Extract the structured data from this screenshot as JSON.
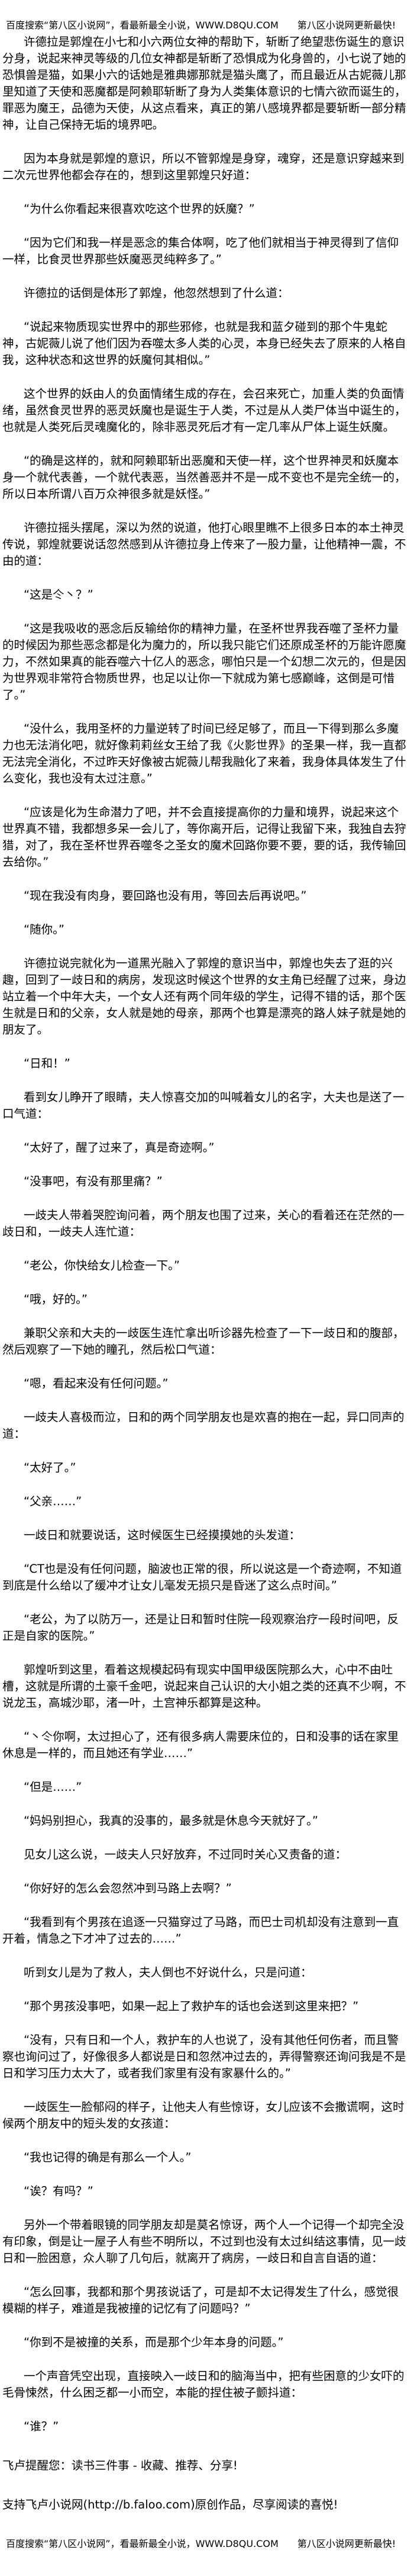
{
  "banner": "百度搜索“第八区小说网”，看最新最全小说，WWW.D8QU.COM　　第八区小说网更新最快!",
  "paragraphs": [
    "许德拉是郭煌在小七和小六两位女神的帮助下，斩断了绝望悲伤诞生的意识分身，说起来神灵等级的几位女神都是斩断了恐惧成为化身兽的，小七说了她的恐惧兽是猫，如果小六的话她是雅典娜那就是猫头鹰了，而且最近从古妮薇儿那里知道了天使和恶魔都是阿赖耶斩断了身为人类集体意识的七情六欲而诞生的，罪恶为魔王，品德为天使，从这点看来，真正的第八感境界都是要斩断一部分精神，让自己保持无垢的境界吧。",
    "因为本身就是郭煌的意识，所以不管郭煌是身穿，魂穿，还是意识穿越来到二次元世界他都会存在的，想到这里郭煌只好道：",
    "“为什么你看起来很喜欢吃这个世界的妖魔？”",
    "“因为它们和我一样是恶念的集合体啊，吃了他们就相当于神灵得到了信仰一样，比食灵世界那些妖魔恶灵纯粹多了。”",
    "许德拉的话倒是体形了郭煌，他忽然想到了什么道：",
    "“说起来物质现实世界中的那些邪修，也就是我和蓝夕碰到的那个牛鬼蛇神，古妮薇儿说了他们因为吞噬太多人类的心灵，本身已经失去了原来的人格自我，这种状态和这世界的妖魔何其相似。”",
    "这个世界的妖由人的负面情绪生成的存在，会召来死亡，加重人类的负面情绪，虽然食灵世界的恶灵妖魔也是诞生于人类，不过是从人类尸体当中诞生的，也就是人类死后灵魂魔化的，除非恶灵死后才有一定几率从尸体上诞生妖魔。",
    "“的确是这样的，就和阿赖耶斩出恶魔和天使一样，这个世界神灵和妖魔本身一个就代表善，一个就代表恶，当然善恶并不是一成不变也不是完全统一的，所以日本所谓八百万众神很多就是妖怪。”",
    "许德拉摇头摆尾，深以为然的说道，他打心眼里瞧不上很多日本的本土神灵传说，郭煌就要说话忽然感到从许德拉身上传来了一股力量，让他精神一震，不由的道：",
    "“这是仒丶？”",
    "“这是我吸收的恶念后反输给你的精神力量，在圣杯世界我吞噬了圣杯力量的时候因为那些恶念都是化为魔力的，所以我只能它们还原成圣杯的万能许愿魔力，不然如果真的能吞噬六十亿人的恶念，哪怕只是一个幻想二次元的，但是因为世界观非常符合物质世界，也足以让你一下就成为第七感巅峰，这倒是可惜了。”",
    "“没什么，我用圣杯的力量逆转了时间已经足够了，而且一下得到那么多魔力也无法消化吧，就好像莉莉丝女王给了我《火影世界》的圣果一样，我一直都无法完全消化，不过昨天好像被古妮薇儿帮我融化了来着，我身体具体发生了什么变化，我也没有太过注意。”",
    "“应该是化为生命潜力了吧，并不会直接提高你的力量和境界，说起来这个世界真不错，我都想多呆一会儿了，等你离开后，记得让我留下来，我独自去狩猎，对了，我在圣杯世界吞噬冬之圣女的魔术回路你要不要，要的话，我传输回去给你。”",
    "“现在我没有肉身，要回路也没有用，等回去后再说吧。”",
    "“随你。”",
    "许德拉说完就化为一道黑光融入了郭煌的意识当中，郭煌也失去了逛的兴趣，回到了一歧日和的病房，发现这时候这个世界的女主角已经醒了过来，身边站立着一个中年大夫，一个女人还有两个同年级的学生，记得不错的话，那个医生就是日和的父亲，女人就是她的母亲，那两个也算是漂亮的路人妹子就是她的朋友了。",
    "“日和！”",
    "看到女儿睁开了眼睛，夫人惊喜交加的叫喊着女儿的名字，大夫也是送了一口气道：",
    "“太好了，醒了过来了，真是奇迹啊。”",
    "“没事吧，有没有那里痛？”",
    "一歧夫人带着哭腔询问着，两个朋友也围了过来，关心的看着还在茫然的一歧日和，一歧夫人连忙道：",
    "“老公，你快给女儿检查一下。”",
    "“哦，好的。”",
    "兼职父亲和大夫的一歧医生连忙拿出听诊器先检查了一下一歧日和的腹部，然后观察了一下她的瞳孔，然后松口气道：",
    "“嗯，看起来没有任何问题。”",
    "一歧夫人喜极而泣，日和的两个同学朋友也是欢喜的抱在一起，异口同声的道：",
    "“太好了。”",
    "“父亲……”",
    "一歧日和就要说话，这时候医生已经摸摸她的头发道：",
    "“CT也是没有任何问题，脑波也正常的很，所以说这是一个奇迹啊，不知道到底是什么给以了缓冲才让女儿毫发无损只是昏迷了这么点时间。”",
    "“老公，为了以防万一，还是让日和暂时住院一段观察治疗一段时间吧，反正是自家的医院。”",
    "郭煌听到这里，看着这规模起码有现实中国甲级医院那么大，心中不由吐槽，这就是所谓的土豪千金吧，说起来自己认识的大小姐之类的还真不少啊，不说龙玉，高城沙耶，渚一叶，土宫神乐都算是这种。",
    "“丶仒你啊，太过担心了，还有很多病人需要床位的，日和没事的话在家里休息是一样的，而且她还有学业……”",
    "“但是……”",
    "“妈妈别担心，我真的没事的，最多就是休息今天就好了。”",
    "见女儿这么说，一歧夫人只好放弃，不过同时关心又责备的道：",
    "“你好好的怎么会忽然冲到马路上去啊？”",
    "“我看到有个男孩在追逐一只猫穿过了马路，而巴士司机却没有注意到一直开着，情急之下才冲了过去的……”",
    "听到女儿是为了救人，夫人倒也不好说什么，只是问道：",
    "“那个男孩没事吧，如果一起上了救护车的话也会送到这里来把？”",
    "“没有，只有日和一个人，救护车的人也说了，没有其他任何伤者，而且警察也询问过了，好像很多人都说是日和忽然冲过去的，弄得警察还询问我是不是日和学习压力太大了，或者我们家里有没有家暴什么的。”",
    "一歧医生一脸郁闷的样子，让他夫人有些惊讶，女儿应该不会撒谎啊，这时候两个朋友中的短头发的女孩道：",
    "“我也记得的确是有那么一个人。”",
    "“诶？有吗？”",
    "另外一个带着眼镜的同学朋友却是莫名惊讶，两个人一个记得一个却完全没有印象，倒是让一屋子人有些不明所以，不过到也没有太过纠结这事情，见一歧日和一脸困意，众人聊了几句后，就离开了病房，一歧日和自言自语的道：",
    "“怎么回事，我都和那个男孩说话了，可是却不太记得发生了什么，感觉很模糊的样子，难道是我被撞的记忆有了问题吗？”",
    "“你到不是被撞的关系，而是那个少年本身的问题。”",
    "一个声音凭空出现，直接映入一歧日和的脑海当中，把有些困意的少女吓的毛骨悚然，什么困乏都一小而空，本能的捏住被子颤抖道：",
    "“谁？”"
  ],
  "footer": {
    "reminder": "飞卢提醒您：读书三件事 - 收藏、推荐、分享!",
    "support": "支持飞卢小说网(http://b.faloo.com)原创作品，尽享阅读的喜悦!"
  }
}
